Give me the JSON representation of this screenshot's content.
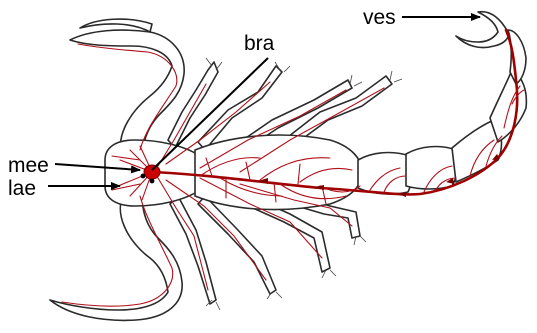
{
  "labels": {
    "ves": "ves",
    "bra": "bra",
    "mee": "mee",
    "lae": "lae"
  },
  "colors": {
    "vessel": "#b0101a",
    "brain": "#cc0000",
    "outline": "#2b2b2b",
    "background": "#ffffff"
  }
}
